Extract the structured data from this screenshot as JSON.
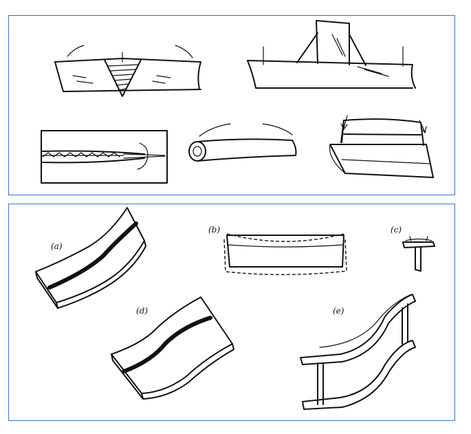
{
  "panel_top": {
    "figures": [
      {
        "id": "butt-weld-angular"
      },
      {
        "id": "fillet-weld-angular"
      },
      {
        "id": "seam-weld-longitudinal"
      },
      {
        "id": "pipe-bending"
      },
      {
        "id": "plate-buckling"
      }
    ]
  },
  "panel_bottom": {
    "labels": {
      "a": "(a)",
      "b": "(b)",
      "c": "(c)",
      "d": "(d)",
      "e": "(e)"
    }
  },
  "colors": {
    "panel_border": "#3d6fd1",
    "line": "#111111",
    "background": "#ffffff"
  }
}
